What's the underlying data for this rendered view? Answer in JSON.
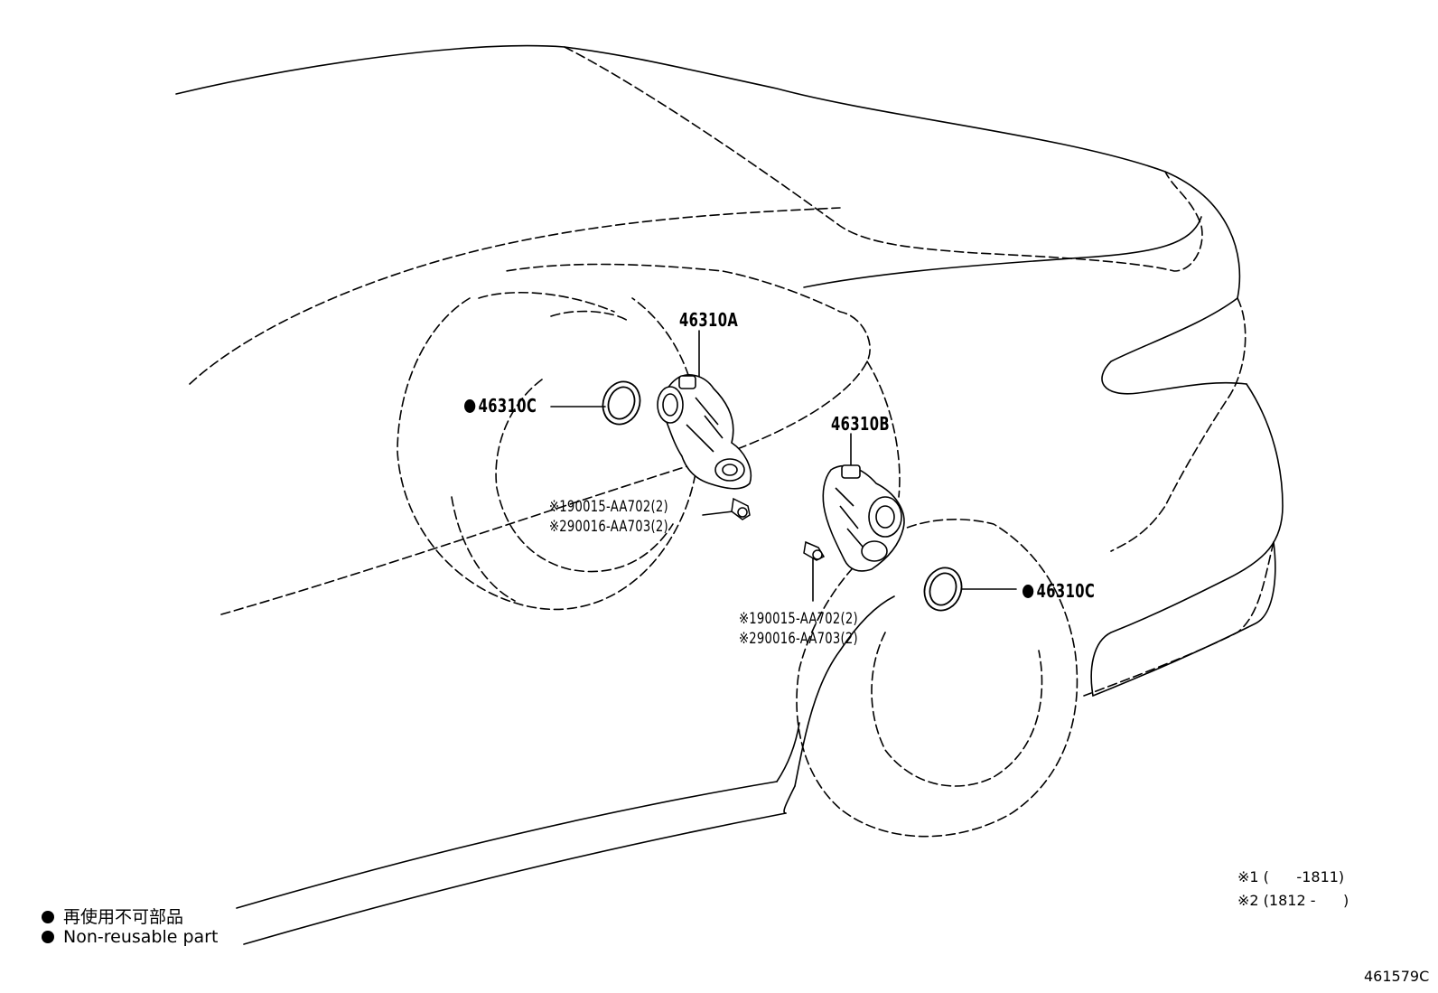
{
  "callouts": {
    "actuator_front": "46310A",
    "actuator_rear": "46310B",
    "seal_front": "46310C",
    "seal_rear": "46310C",
    "bolt_front_line1": "※190015-AA702(2)",
    "bolt_front_line2": "※290016-AA703(2)",
    "bolt_rear_line1": "※190015-AA702(2)",
    "bolt_rear_line2": "※290016-AA703(2)"
  },
  "legend": {
    "ja": "再使用不可部品",
    "en": "Non-reusable part"
  },
  "notes": {
    "note1": "※1 (      -1811)",
    "note2": "※2 (1812 -      )"
  },
  "figure_number": "461579C"
}
